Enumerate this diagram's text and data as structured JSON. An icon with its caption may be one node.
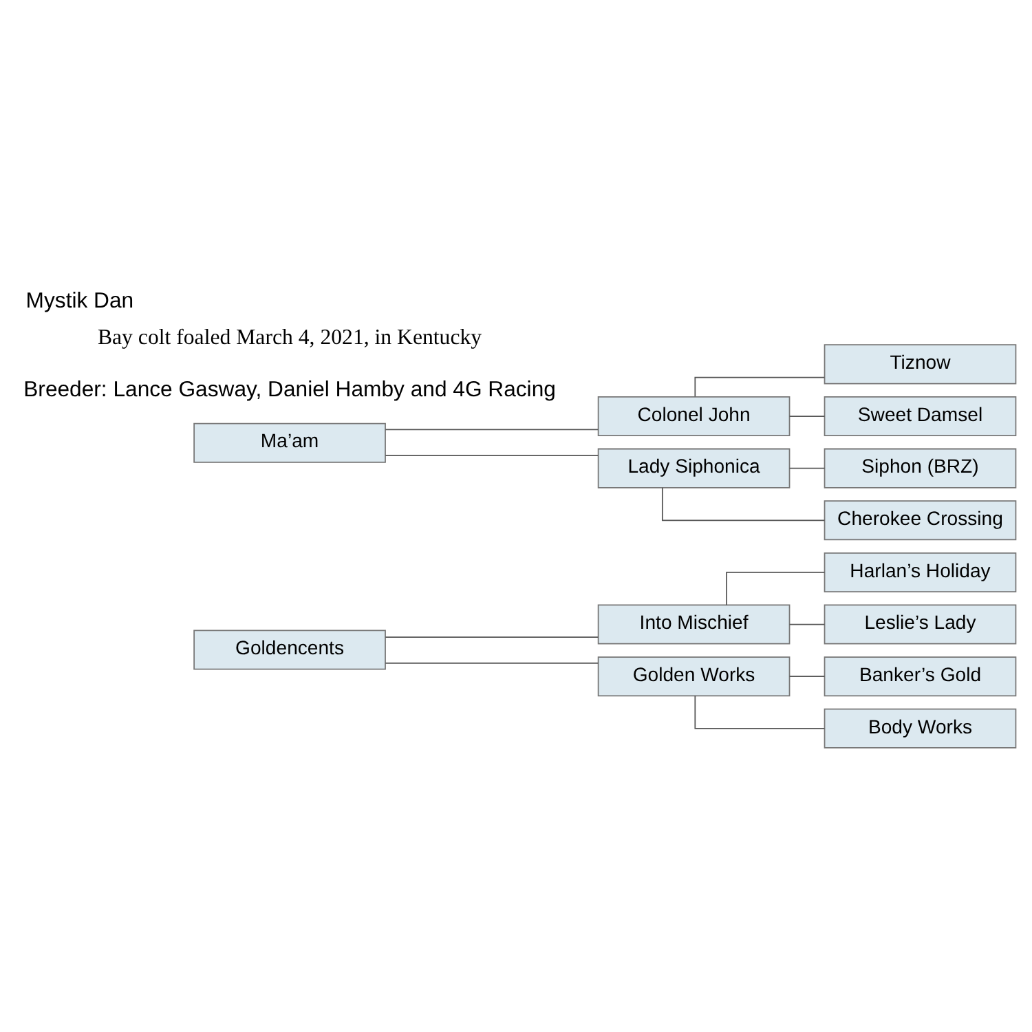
{
  "diagram": {
    "title": "Mystik Dan",
    "nodes": [
      {
        "text": [
          "Goldencents"
        ]
      },
      {
        "text": [
          "Into Mischief"
        ]
      },
      {
        "text": [
          "Harlan’s Holiday"
        ]
      },
      {
        "text": [
          "Leslie’s Lady"
        ]
      },
      {
        "text": [
          "Golden Works"
        ]
      },
      {
        "text": [
          "Banker’s Gold"
        ]
      },
      {
        "text": [
          "Body Works"
        ]
      },
      {
        "text": [
          "Ma’am"
        ]
      },
      {
        "text": [
          "Colonel John"
        ]
      },
      {
        "text": [
          "Tiznow"
        ]
      },
      {
        "text": [
          "Sweet Damsel"
        ]
      },
      {
        "text": [
          "Lady Siphonica"
        ]
      },
      {
        "text": [
          "Siphon (BRZ)"
        ]
      },
      {
        "text": [
          "Cherokee Crossing"
        ]
      }
    ],
    "edges": [
      {
        "from": 0,
        "to": 1,
        "arrow": "none"
      },
      {
        "from": 0,
        "to": 4,
        "arrow": "none"
      },
      {
        "from": 1,
        "to": 2,
        "arrow": "none"
      },
      {
        "from": 1,
        "to": 3,
        "arrow": "none"
      },
      {
        "from": 4,
        "to": 5,
        "arrow": "none"
      },
      {
        "from": 4,
        "to": 6,
        "arrow": "none"
      },
      {
        "from": 7,
        "to": 8,
        "arrow": "none"
      },
      {
        "from": 7,
        "to": 11,
        "arrow": "none"
      },
      {
        "from": 8,
        "to": 9,
        "arrow": "none"
      },
      {
        "from": 8,
        "to": 10,
        "arrow": "none"
      },
      {
        "from": 11,
        "to": 12,
        "arrow": "none"
      },
      {
        "from": 11,
        "to": 13,
        "arrow": "none"
      }
    ],
    "labels": [
      "Breeder: Lance Gasway, Daniel Hamby and 4G Racing",
      "Bay colt foaled March 4, 2021, in Kentucky"
    ]
  }
}
